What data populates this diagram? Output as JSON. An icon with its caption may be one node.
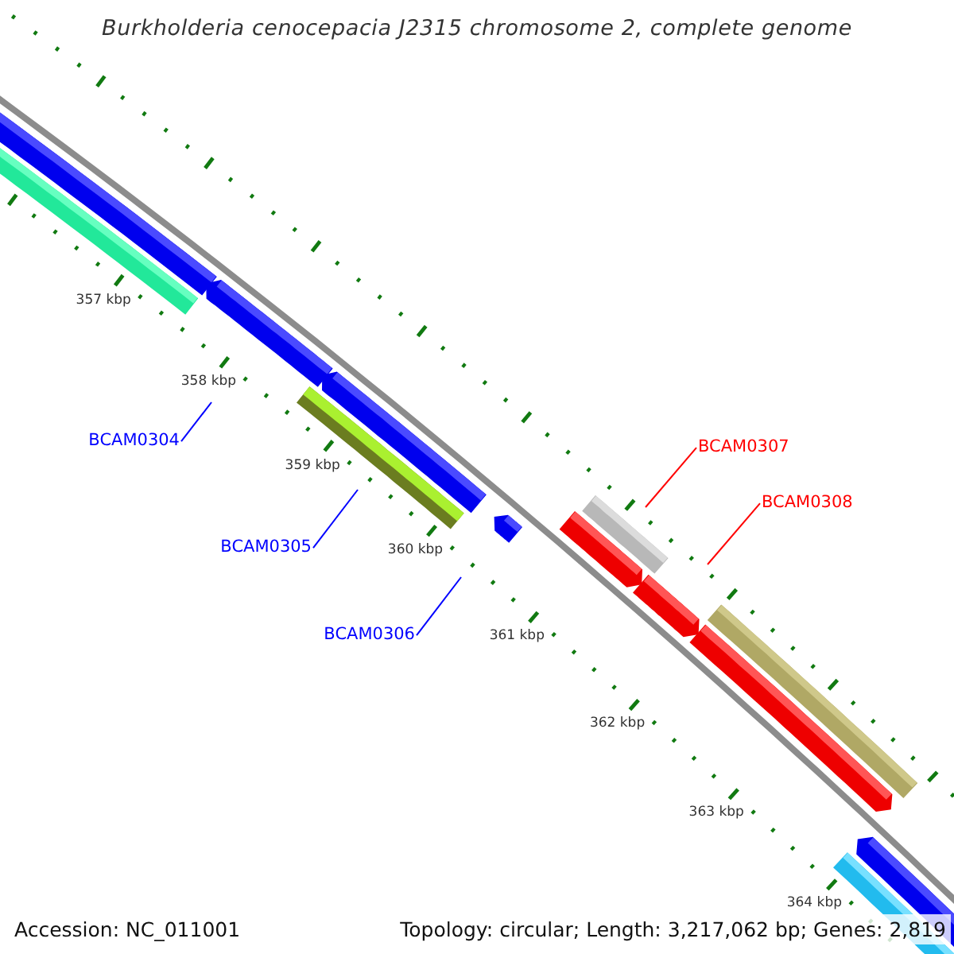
{
  "diagram": {
    "title": "Burkholderia cenocepacia J2315 chromosome 2, complete genome",
    "nodes": [
      {
        "text": [
          "BCAM0304"
        ]
      },
      {
        "text": [
          "BCAM0305"
        ]
      },
      {
        "text": [
          "BCAM0306"
        ]
      },
      {
        "text": [
          "BCAM0307"
        ]
      },
      {
        "text": [
          "BCAM0308"
        ]
      }
    ],
    "edges": [
      {
        "from": 0,
        "to": null,
        "arrow": "none"
      },
      {
        "from": 1,
        "to": null,
        "arrow": "none"
      },
      {
        "from": 2,
        "to": null,
        "arrow": "none"
      },
      {
        "from": 3,
        "to": null,
        "arrow": "none",
        "color": "#ff0000"
      },
      {
        "from": 4,
        "to": null,
        "arrow": "none",
        "color": "#ff0000"
      }
    ],
    "labels": [
      "357 kbp",
      "358 kbp",
      "359 kbp",
      "360 kbp",
      "361 kbp",
      "362 kbp",
      "363 kbp",
      "364 kbp",
      "Accession: NC_011001",
      "Topology: circular; Length: 3,217,062 bp; Genes: 2,819"
    ]
  }
}
